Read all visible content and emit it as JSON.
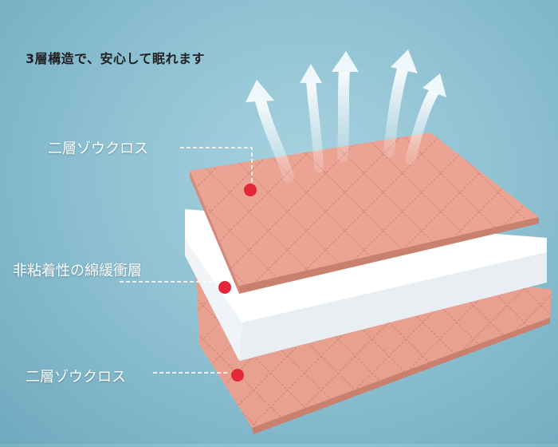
{
  "headline": "3層構造で、安心して眠れます",
  "layers": [
    {
      "label": "二層ゾウクロス"
    },
    {
      "label": "非粘着性の綿緩衝層"
    },
    {
      "label": "二層ゾウクロス"
    }
  ],
  "colors": {
    "background": "#8fc2d3",
    "fabric": "#e9a08f",
    "padding": "#f7f9fb",
    "marker": "#e5273a",
    "arrow": "#eef7fb"
  }
}
